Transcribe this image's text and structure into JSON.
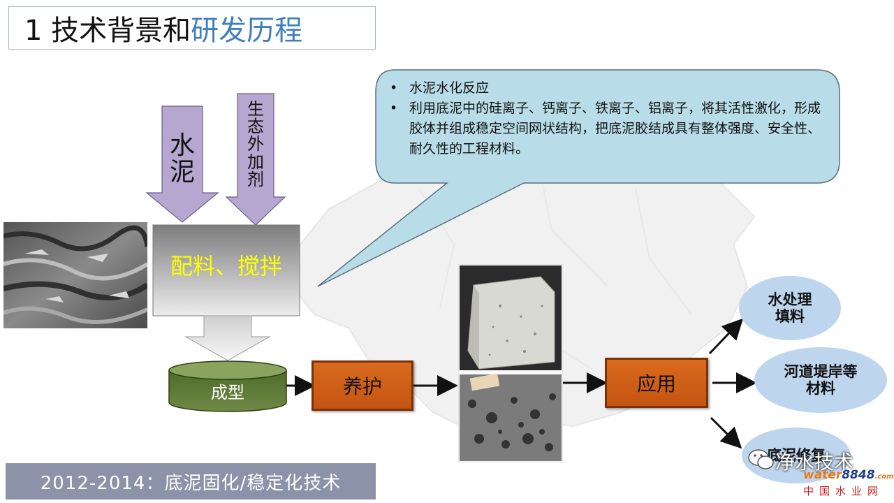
{
  "title": {
    "prefix": "1 技术背景和",
    "accent": "研发历程"
  },
  "arrows": {
    "cement_chars": [
      "水",
      "泥"
    ],
    "additive_chars": [
      "生",
      "态",
      "外",
      "加",
      "剂"
    ]
  },
  "process": {
    "mix_label": "配料、搅拌",
    "form_label": "成型",
    "cure_label": "养护",
    "apply_label": "应用"
  },
  "callout": {
    "items": [
      "水泥水化反应",
      "利用底泥中的硅离子、钙离子、铁离子、铝离子，将其活性激化，形成胶体并组成稳定空间网状结构，把底泥胶结成具有整体强度、安全性、耐久性的工程材料。"
    ]
  },
  "applications": [
    {
      "line1": "水处理",
      "line2": "填料"
    },
    {
      "line1": "河道堤岸等",
      "line2": "材料"
    },
    {
      "line1": "底泥修复",
      "line2": ""
    }
  ],
  "footer": {
    "text": "2012-2014：底泥固化/稳定化技术"
  },
  "watermark": {
    "wechat": "净水技术",
    "site_brand": "water",
    "site_num": "8848",
    "site_tld": ".com",
    "site_cn": "中国水业网"
  },
  "colors": {
    "accent": "#3f7fbf",
    "arrow_fill": "#b5a7d0",
    "orange": "#d2601a",
    "oval": "#bdd6ee",
    "mix_text": "#ffff00",
    "footer_bg": "#8c93a8",
    "callout_bg": "#b8dde8"
  }
}
